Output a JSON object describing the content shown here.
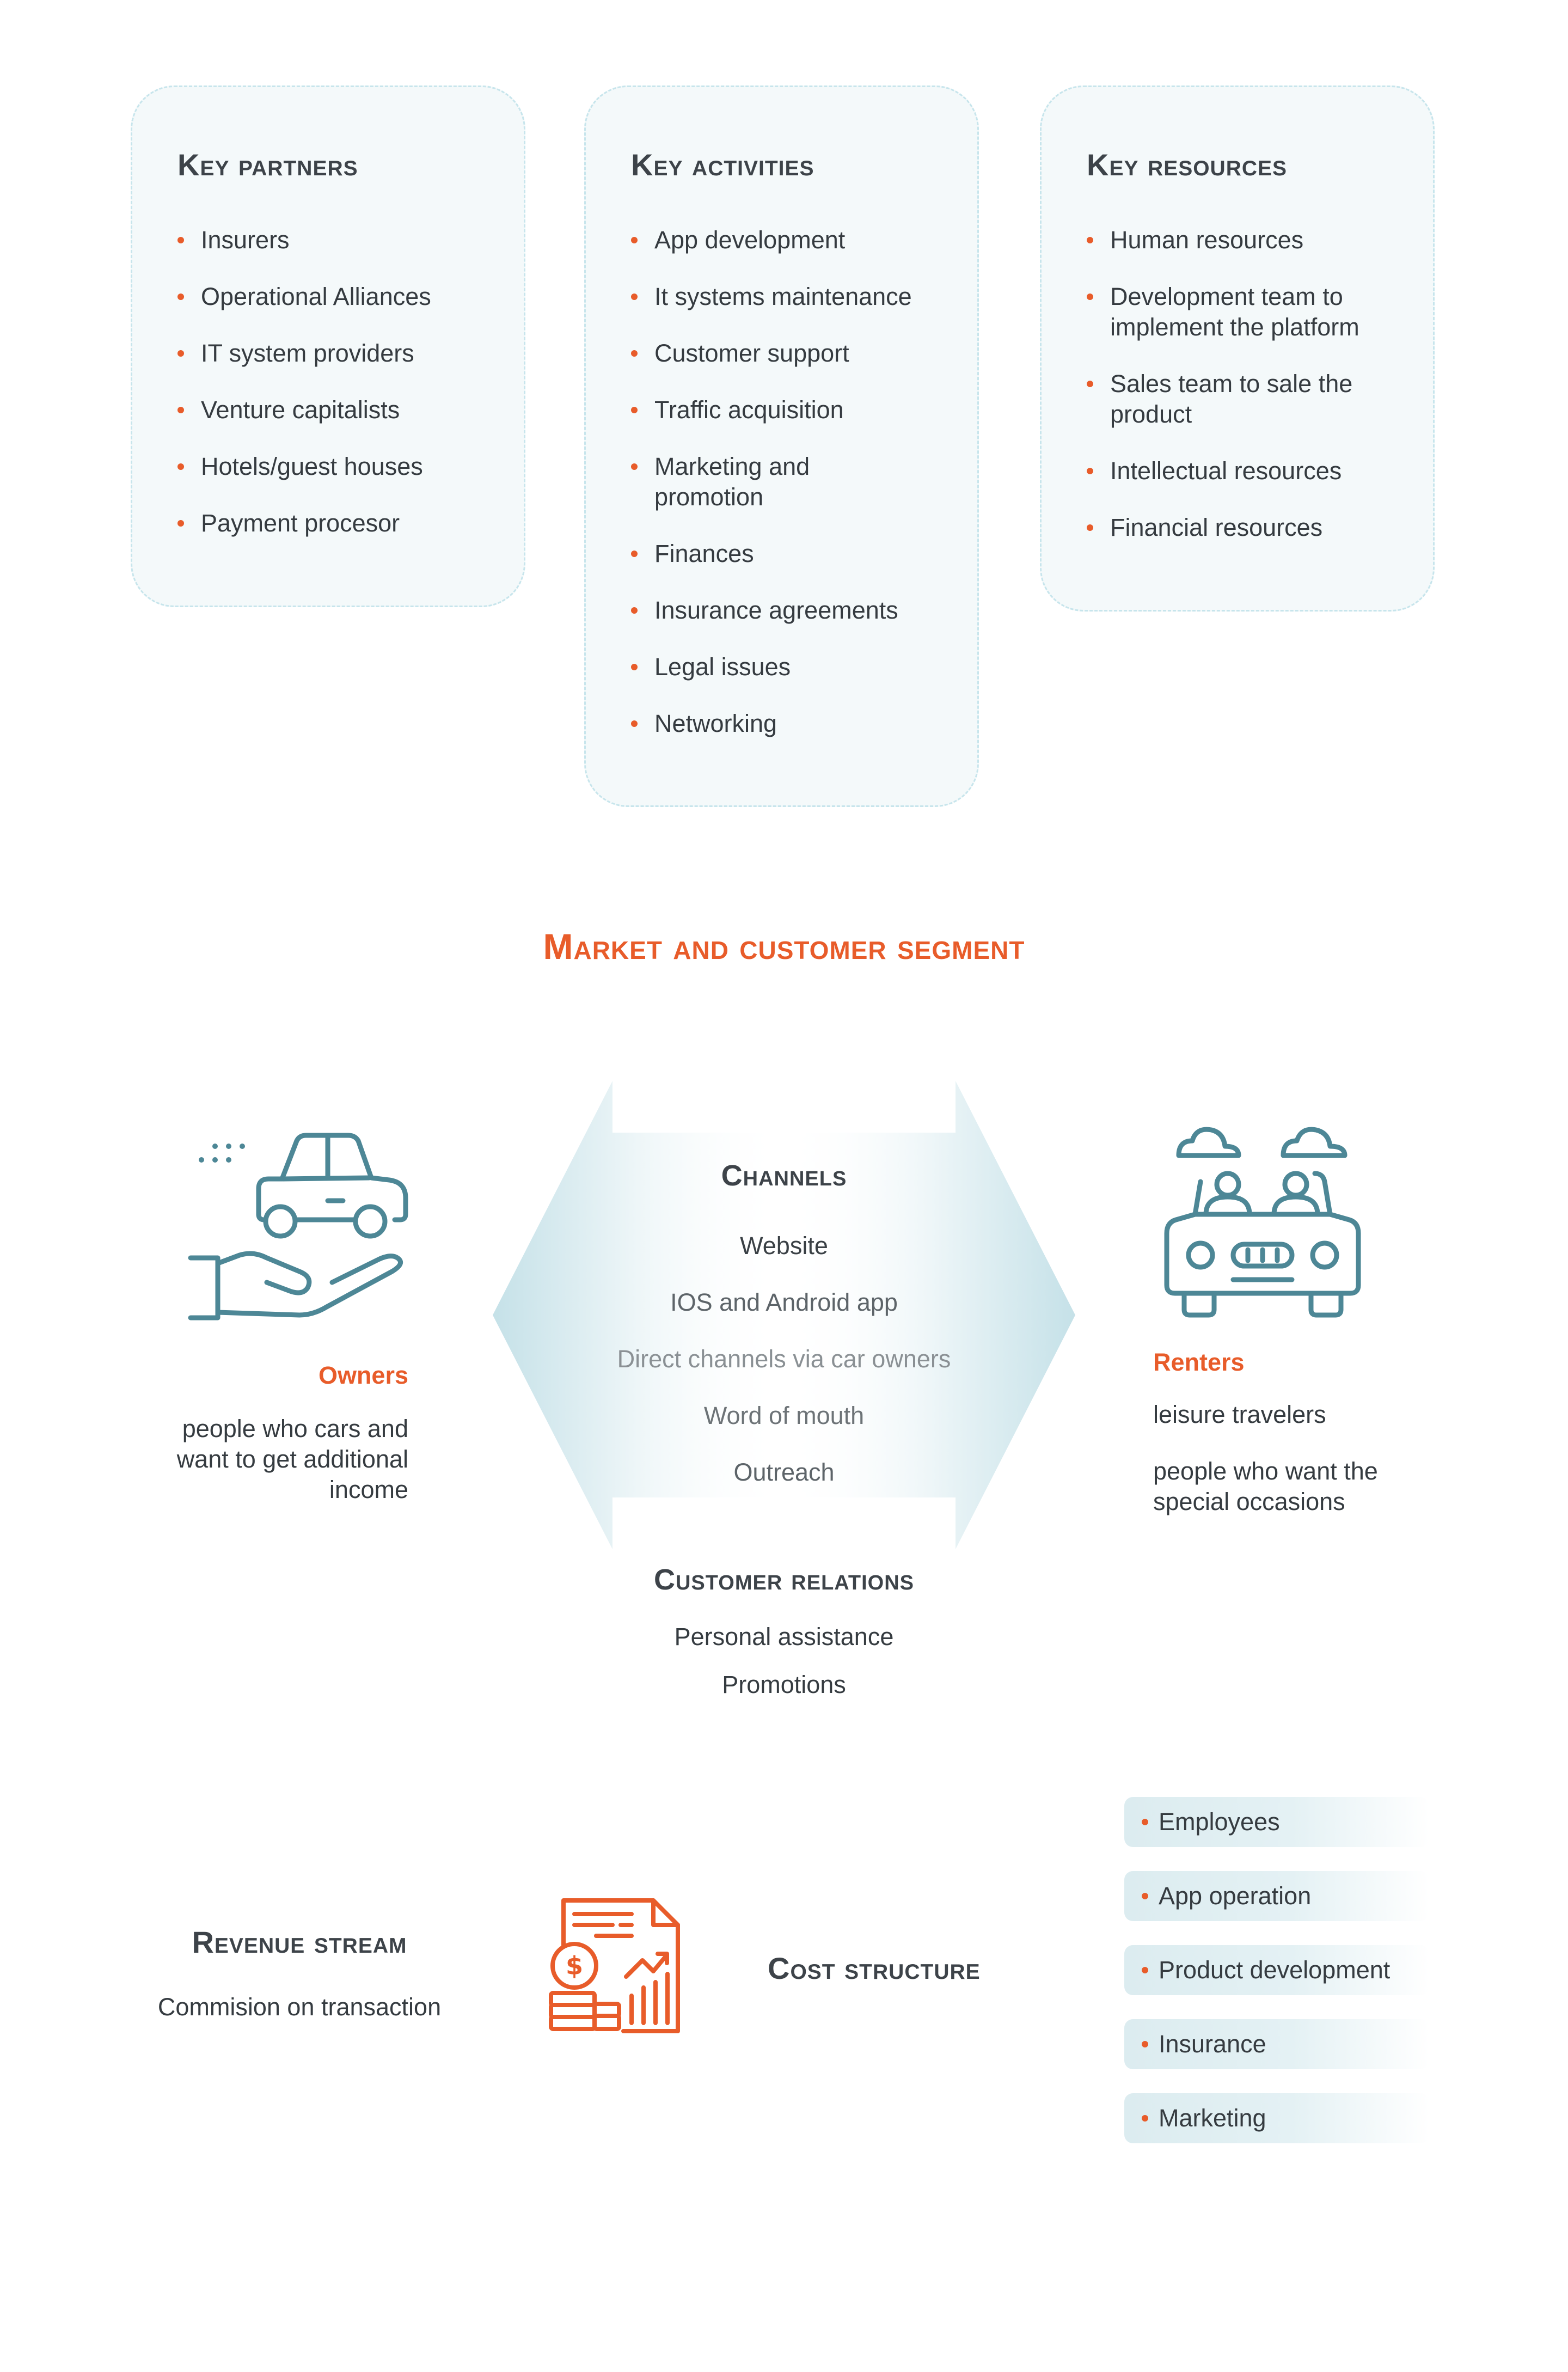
{
  "key_partners": {
    "title": "Key partners",
    "items": [
      "Insurers",
      "Operational Alliances",
      "IT system providers",
      "Venture capitalists",
      "Hotels/guest houses",
      "Payment procesor"
    ]
  },
  "key_activities": {
    "title": "Key activities",
    "items": [
      "App development",
      "It systems maintenance",
      "Customer support",
      "Traffic acquisition",
      "Marketing and promotion",
      "Finances",
      "Insurance agreements",
      "Legal issues",
      "Networking"
    ]
  },
  "key_resources": {
    "title": "Key resources",
    "items": [
      "Human resources",
      "Development team to implement the platform",
      "Sales team to sale the product",
      "Intellectual resources",
      "Financial resources"
    ]
  },
  "market_title": "Market and customer segment",
  "owners": {
    "label": "Owners",
    "description": "people who cars and want to get additional income",
    "icon": "car-on-hand-icon"
  },
  "renters": {
    "label": "Renters",
    "items": [
      "leisure travelers",
      "people who want the special occasions"
    ],
    "icon": "car-with-passengers-icon"
  },
  "channels": {
    "title": "Channels",
    "items": [
      "Website",
      "IOS and Android app",
      "Direct channels via car owners",
      "Word of mouth",
      "Outreach"
    ]
  },
  "customer_relations": {
    "title": "Customer relations",
    "items": [
      "Personal assistance",
      "Promotions"
    ]
  },
  "revenue_stream": {
    "title": "Revenue stream",
    "description": "Commision on transaction",
    "icon": "financial-report-icon"
  },
  "cost_structure": {
    "title": "Cost structure",
    "items": [
      "Employees",
      "App operation",
      "Product development",
      "Insurance",
      "Marketing"
    ]
  },
  "colors": {
    "accent": "#e85c2a",
    "icon_teal": "#4d8796",
    "card_bg": "#f4f9fa",
    "card_border": "#c7e5ec",
    "text": "#353b40"
  }
}
